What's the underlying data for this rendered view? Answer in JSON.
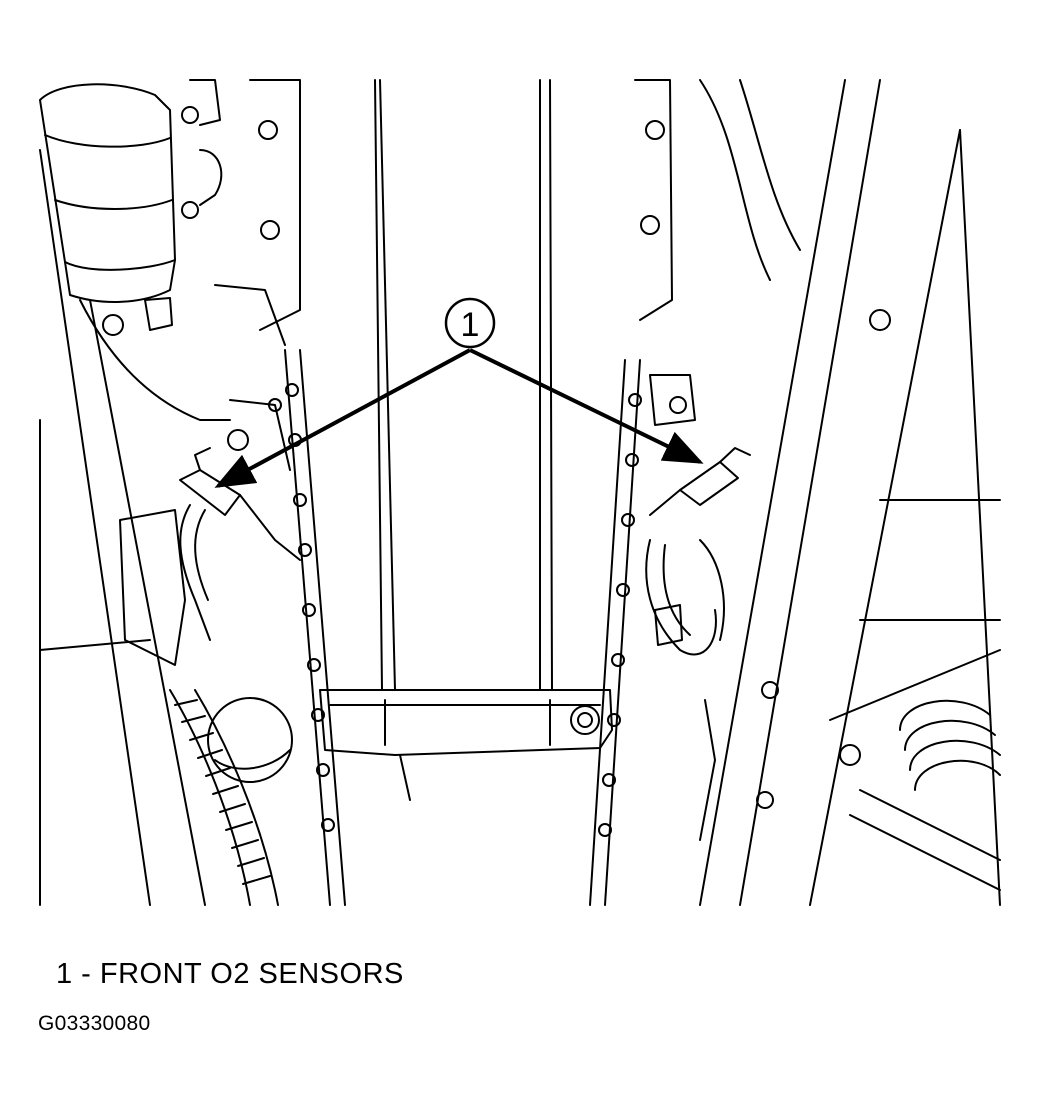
{
  "callout": {
    "number": "1"
  },
  "legend": {
    "items": [
      {
        "number": "1",
        "text": "1 - FRONT O2 SENSORS"
      }
    ]
  },
  "figure_id": "G03330080"
}
